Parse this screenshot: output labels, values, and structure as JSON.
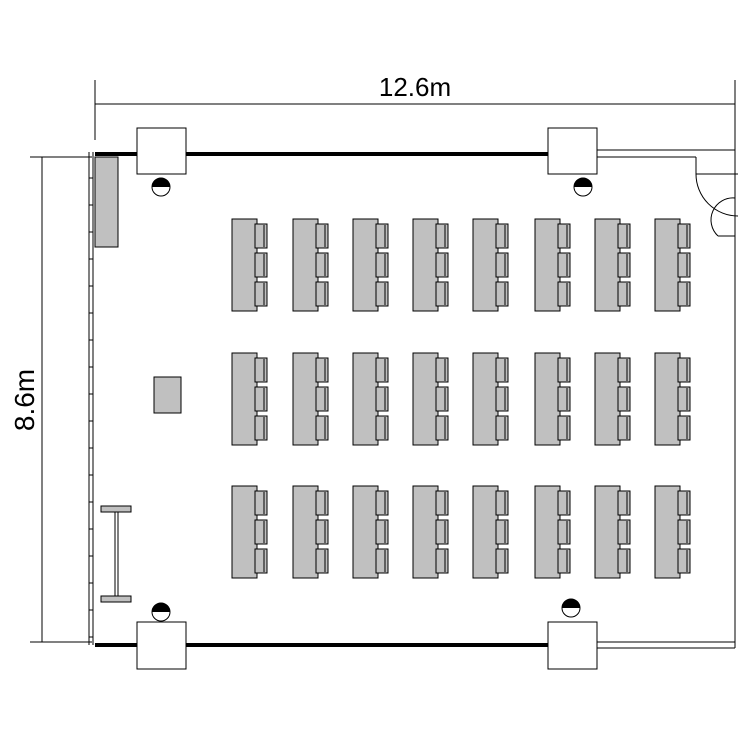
{
  "dimensions": {
    "width_label": "12.6m",
    "height_label": "8.6m"
  },
  "layout": {
    "rows": 3,
    "tables_per_row": 8,
    "chairs_per_table": 3
  },
  "colors": {
    "furniture_fill": "#c0c0c0",
    "line": "#000000",
    "background": "#ffffff"
  }
}
